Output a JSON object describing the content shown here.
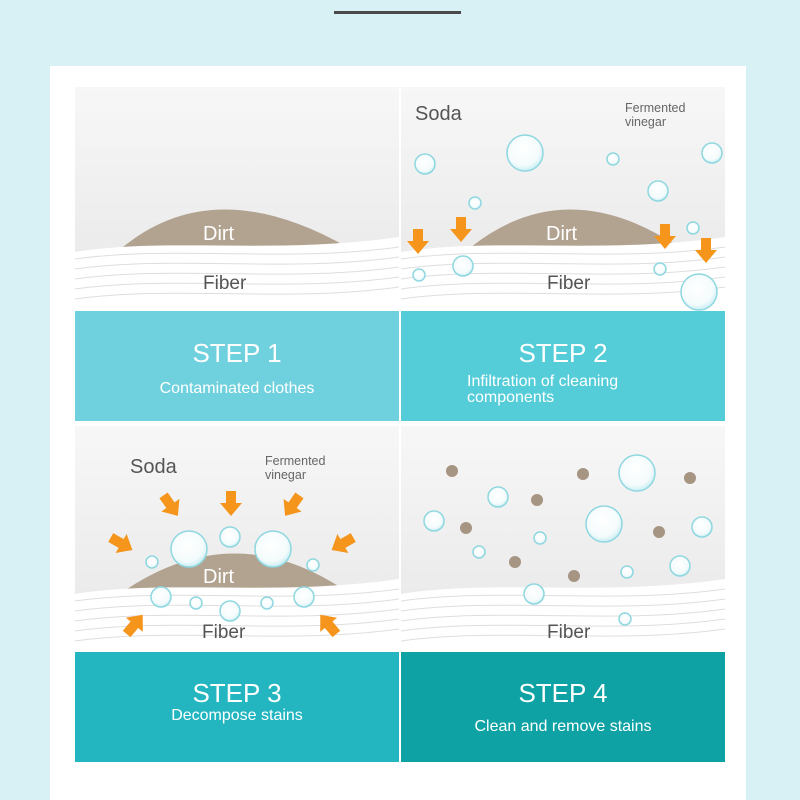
{
  "labels": {
    "soda": "Soda",
    "vinegar_line1": "Fermented",
    "vinegar_line2": "vinegar",
    "dirt": "Dirt",
    "fiber": "Fiber"
  },
  "steps": [
    {
      "title": "STEP 1",
      "desc": "Contaminated clothes",
      "color": "#6fd0de"
    },
    {
      "title": "STEP 2",
      "desc_line1": "Infiltration of cleaning",
      "desc_line2": "components",
      "color": "#54cdd9"
    },
    {
      "title": "STEP 3",
      "desc": "Decompose stains",
      "color": "#23b6c0"
    },
    {
      "title": "STEP 4",
      "desc": "Clean and remove stains",
      "color": "#0fa2a4"
    }
  ],
  "colors": {
    "dirt": "#b2a391",
    "arrow": "#f5951c",
    "bubble_stroke": "#8fd7e0",
    "dirt_particle": "#a79583"
  }
}
